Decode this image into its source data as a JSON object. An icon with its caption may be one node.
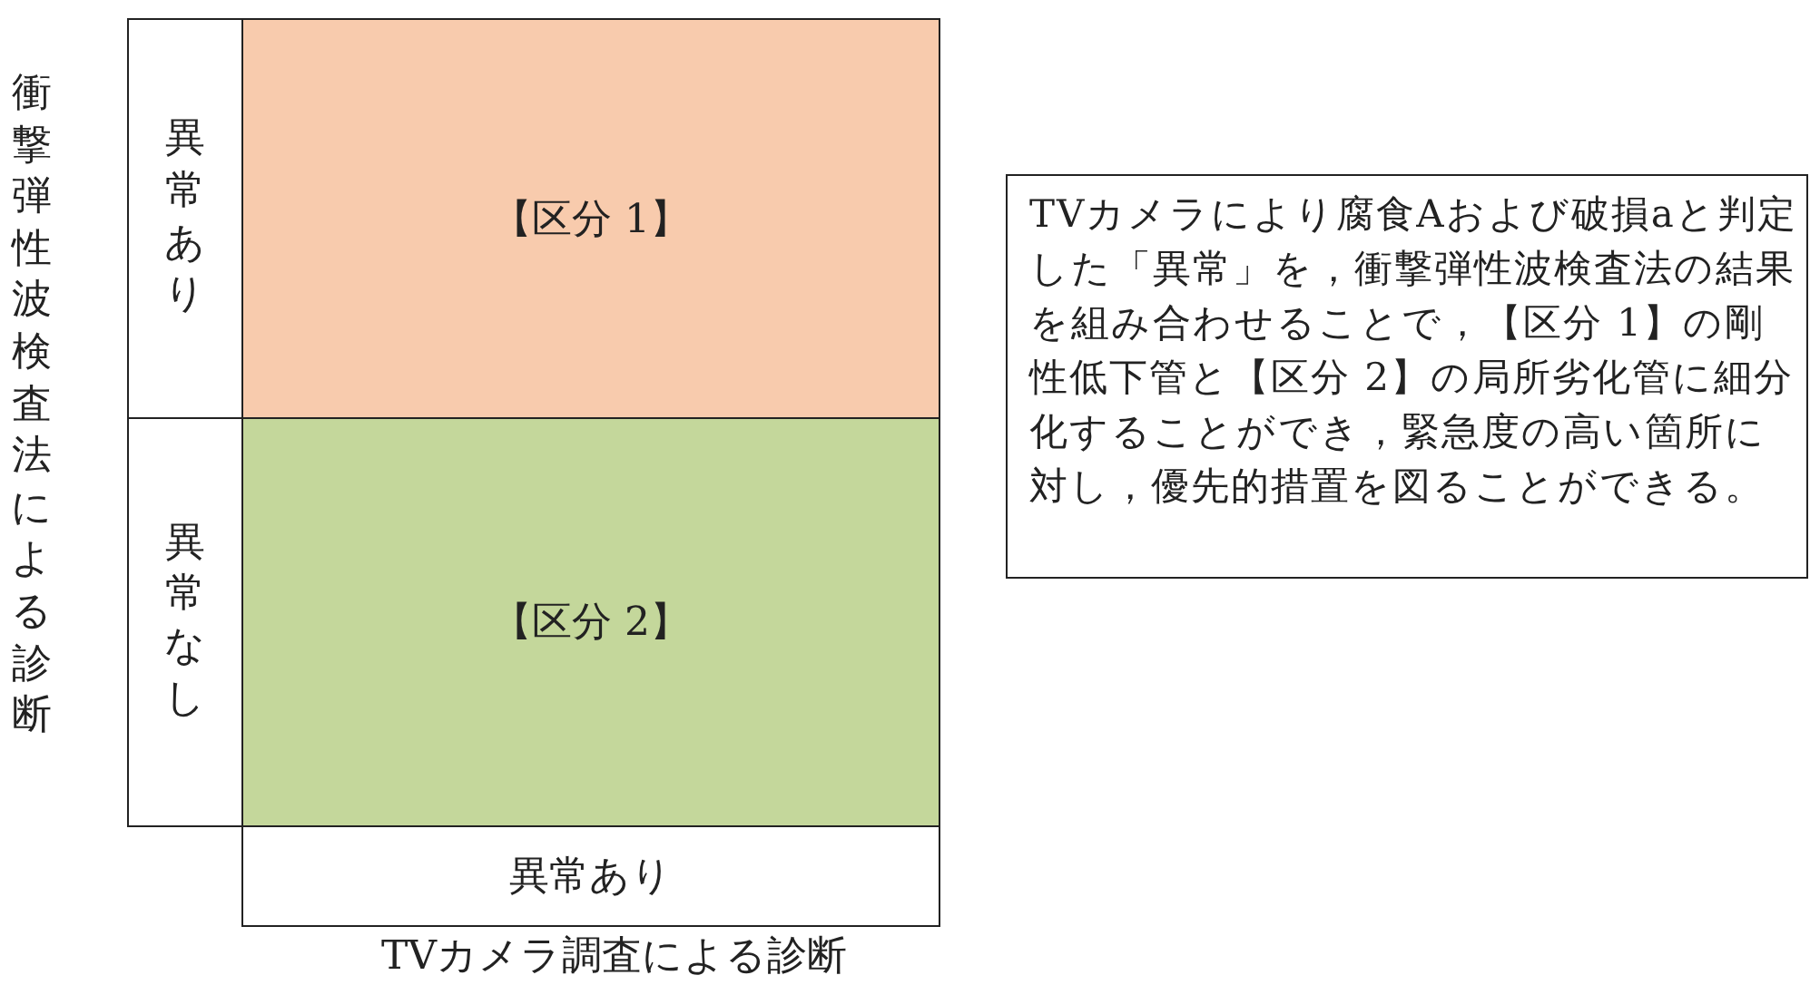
{
  "diagram": {
    "nodes": [
      {
        "text": [
          "異常あり"
        ]
      },
      {
        "text": [
          "【区分 1】"
        ]
      },
      {
        "text": [
          "異常なし"
        ]
      },
      {
        "text": [
          "【区分 2】"
        ]
      },
      {
        "text": [
          "異常あり"
        ]
      },
      {
        "text": [
          "TVカメラにより腐食Aおよび破損aと判定した「異常」を，衝撃弾性波検査法の結果を組み合わせることで，【区分 1】の剛性低下管と【区分 2】の局所劣化管に細分化することができ，緊急度の高い箇所に対し，優先的措置を図ることができる。"
        ]
      }
    ],
    "labels": [
      "衝撃弾性波検査法による診断",
      "TVカメラ調査による診断"
    ]
  }
}
